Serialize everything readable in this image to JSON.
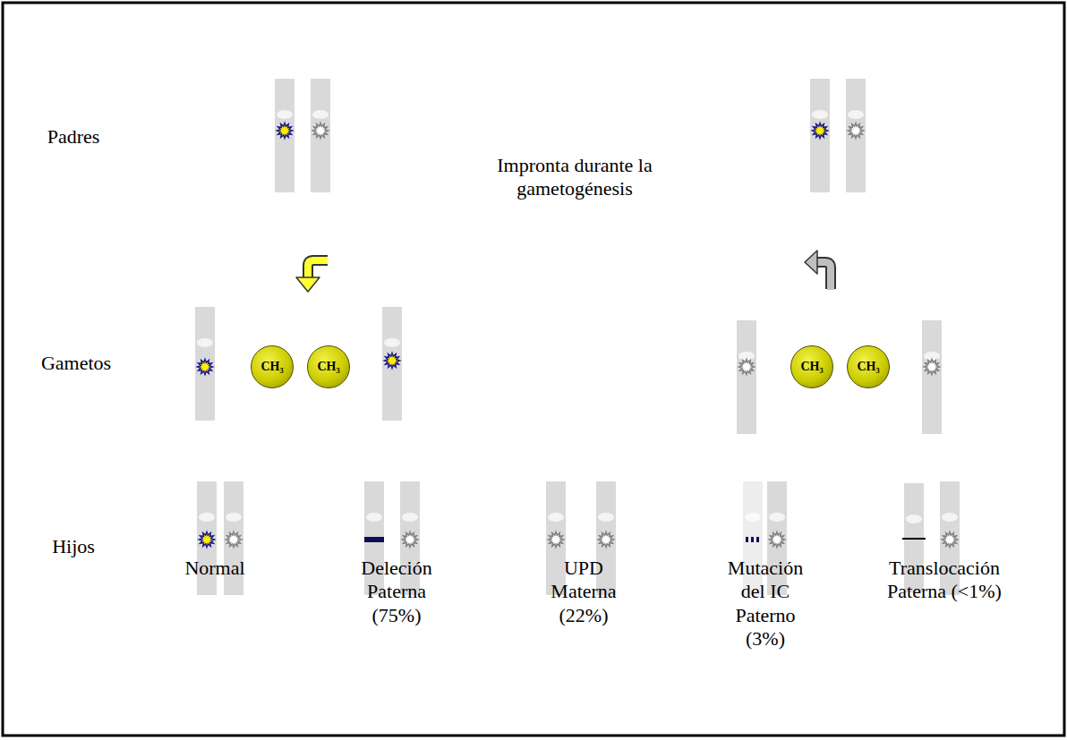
{
  "diagram": {
    "nodes": [
      {
        "text": [
          "CH₃"
        ]
      },
      {
        "text": [
          "CH₃"
        ]
      },
      {
        "text": [
          "CH₃"
        ]
      },
      {
        "text": [
          "CH₃"
        ]
      }
    ],
    "labels": [
      "Padres",
      "Impronta durante la gametogénesis",
      "Gametos",
      "Hijos",
      "Normal",
      "Deleción Paterna (75%)",
      "UPD Materna (22%)",
      "Mutación del IC Paterno (3%)",
      "Translocación Paterna (<1%)"
    ]
  }
}
